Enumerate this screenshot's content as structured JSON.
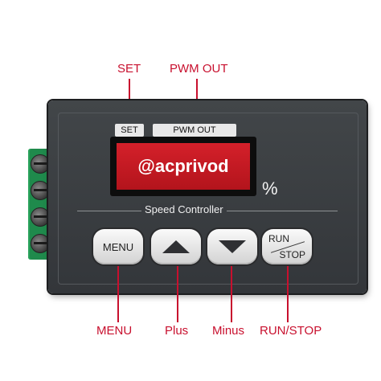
{
  "callouts": {
    "set": "SET",
    "pwm_out": "PWM OUT",
    "menu": "MENU",
    "plus": "Plus",
    "minus": "Minus",
    "run_stop": "RUN/STOP"
  },
  "device": {
    "set_tag": "SET",
    "pwm_tag": "PWM OUT",
    "display_text": "@acprivod",
    "unit": "%",
    "name_label": "Speed Controller",
    "buttons": {
      "menu": "MENU",
      "run": "RUN",
      "stop": "STOP"
    }
  },
  "colors": {
    "callout_red": "#c8102e",
    "display_red": "#c41a22",
    "housing": "#3a3d41",
    "terminal_green": "#1f8a4c"
  },
  "icons": {
    "plus": "triangle-up-icon",
    "minus": "triangle-down-icon"
  }
}
